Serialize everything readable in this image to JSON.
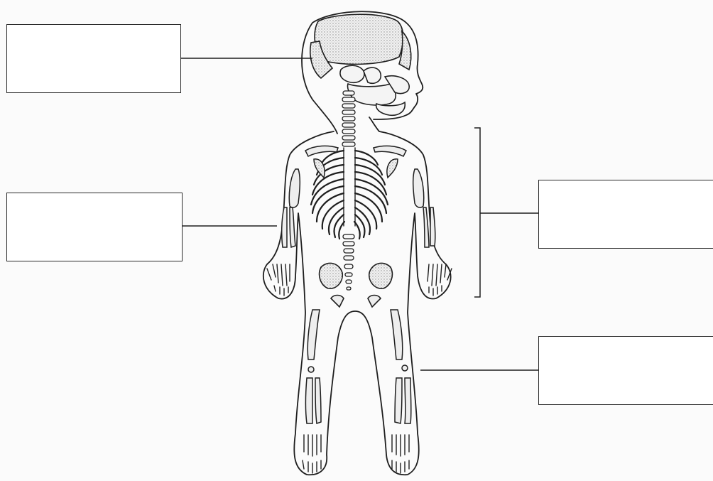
{
  "diagram": {
    "labels": [
      {
        "id": "skull",
        "text": ""
      },
      {
        "id": "arm",
        "text": ""
      },
      {
        "id": "trunk",
        "text": ""
      },
      {
        "id": "leg",
        "text": ""
      }
    ]
  },
  "colors": {
    "ink": "#1e1e1e",
    "bone_fill": "#ececec",
    "stipple": "#8a8a8a",
    "box_border": "#2a2a2a",
    "background": "#fbfbfb"
  }
}
